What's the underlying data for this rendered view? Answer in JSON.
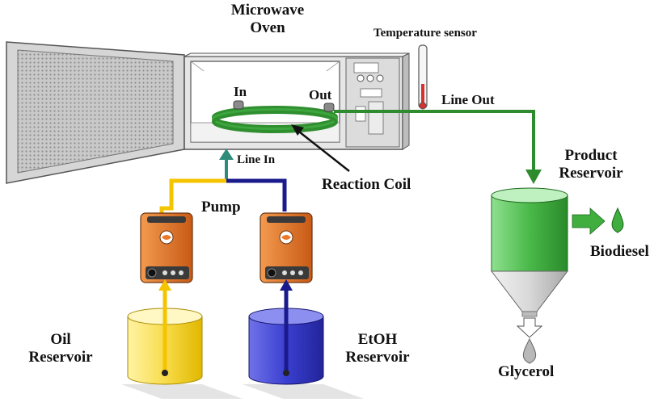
{
  "labels": {
    "microwave_oven": [
      "Microwave",
      "Oven"
    ],
    "temperature_sensor": "Temperature sensor",
    "coil_in": "In",
    "coil_out": "Out",
    "line_out": "Line Out",
    "line_in": "Line In",
    "reaction_coil": "Reaction Coil",
    "pump": "Pump",
    "product_reservoir": [
      "Product",
      "Reservoir"
    ],
    "biodiesel": "Biodiesel",
    "glycerol": "Glycerol",
    "oil_reservoir": [
      "Oil",
      "Reservoir"
    ],
    "etoh_reservoir": [
      "EtOH",
      "Reservoir"
    ]
  },
  "colors": {
    "oil": "#f5c400",
    "ethanol": "#1a1a8c",
    "product_line": "#2e8b2e",
    "pump_body": "#e8782a",
    "product_tank": "#3fae3f",
    "oven_body": "#e6e6e6"
  }
}
